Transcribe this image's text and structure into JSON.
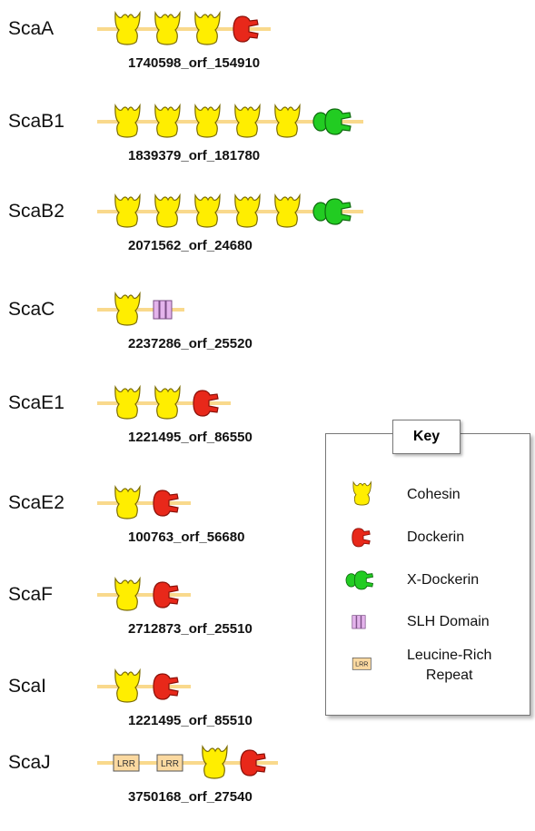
{
  "scaffoldins": [
    {
      "name": "ScaA",
      "orf": "1740598_orf_154910",
      "domains": [
        "cohesin",
        "cohesin",
        "cohesin",
        "dockerin"
      ]
    },
    {
      "name": "ScaB1",
      "orf": "1839379_orf_181780",
      "domains": [
        "cohesin",
        "cohesin",
        "cohesin",
        "cohesin",
        "cohesin",
        "x-dockerin"
      ]
    },
    {
      "name": "ScaB2",
      "orf": "2071562_orf_24680",
      "domains": [
        "cohesin",
        "cohesin",
        "cohesin",
        "cohesin",
        "cohesin",
        "x-dockerin"
      ]
    },
    {
      "name": "ScaC",
      "orf": "2237286_orf_25520",
      "domains": [
        "cohesin",
        "slh"
      ]
    },
    {
      "name": "ScaE1",
      "orf": "1221495_orf_86550",
      "domains": [
        "cohesin",
        "cohesin",
        "dockerin"
      ]
    },
    {
      "name": "ScaE2",
      "orf": "100763_orf_56680",
      "domains": [
        "cohesin",
        "dockerin"
      ]
    },
    {
      "name": "ScaF",
      "orf": "2712873_orf_25510",
      "domains": [
        "cohesin",
        "dockerin"
      ]
    },
    {
      "name": "ScaI",
      "orf": "1221495_orf_85510",
      "domains": [
        "cohesin",
        "dockerin"
      ]
    },
    {
      "name": "ScaJ",
      "orf": "3750168_orf_27540",
      "domains": [
        "lrr",
        "lrr",
        "cohesin",
        "dockerin"
      ]
    }
  ],
  "key": {
    "title": "Key",
    "items": [
      {
        "type": "cohesin",
        "label": "Cohesin"
      },
      {
        "type": "dockerin",
        "label": "Dockerin"
      },
      {
        "type": "x-dockerin",
        "label": "X-Dockerin"
      },
      {
        "type": "slh",
        "label": "SLH Domain"
      },
      {
        "type": "lrr",
        "label": "Leucine-Rich Repeat",
        "label_lines": [
          "Leucine-Rich",
          "Repeat"
        ]
      }
    ]
  },
  "lrr_glyph_text": "LRR",
  "colors": {
    "backbone": "#f9d98c",
    "cohesin": "#ffee00",
    "dockerin": "#e8281a",
    "x_dockerin": "#22cc22",
    "slh": "#e4b4ec",
    "lrr_fill": "#fbd9a0"
  }
}
